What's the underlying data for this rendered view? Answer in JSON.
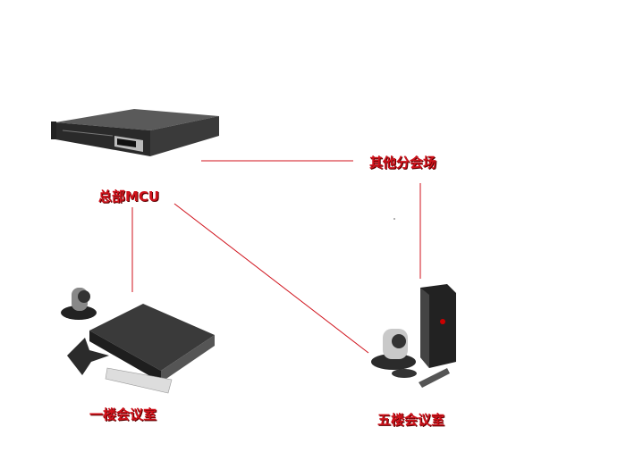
{
  "nodes": {
    "hq_mcu": "总部MCU",
    "other_venues": "其他分会场",
    "floor1_room": "一楼会议室",
    "floor5_room": "五楼会议室"
  },
  "colors": {
    "line": "#d0121b",
    "label": "#d0121b"
  }
}
